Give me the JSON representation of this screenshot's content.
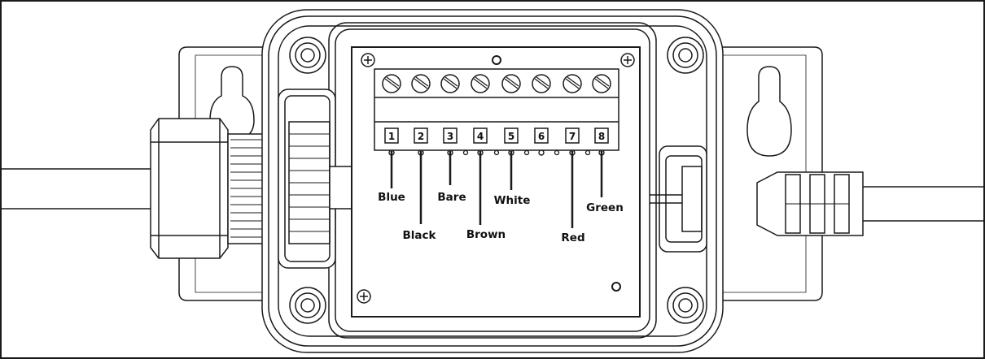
{
  "terminals": [
    "1",
    "2",
    "3",
    "4",
    "5",
    "6",
    "7",
    "8"
  ],
  "wires": {
    "blue": "Blue",
    "black": "Black",
    "bare": "Bare",
    "brown": "Brown",
    "white": "White",
    "red": "Red",
    "green": "Green"
  },
  "colors": {
    "line": "#1a1a1a",
    "background": "#ffffff"
  }
}
